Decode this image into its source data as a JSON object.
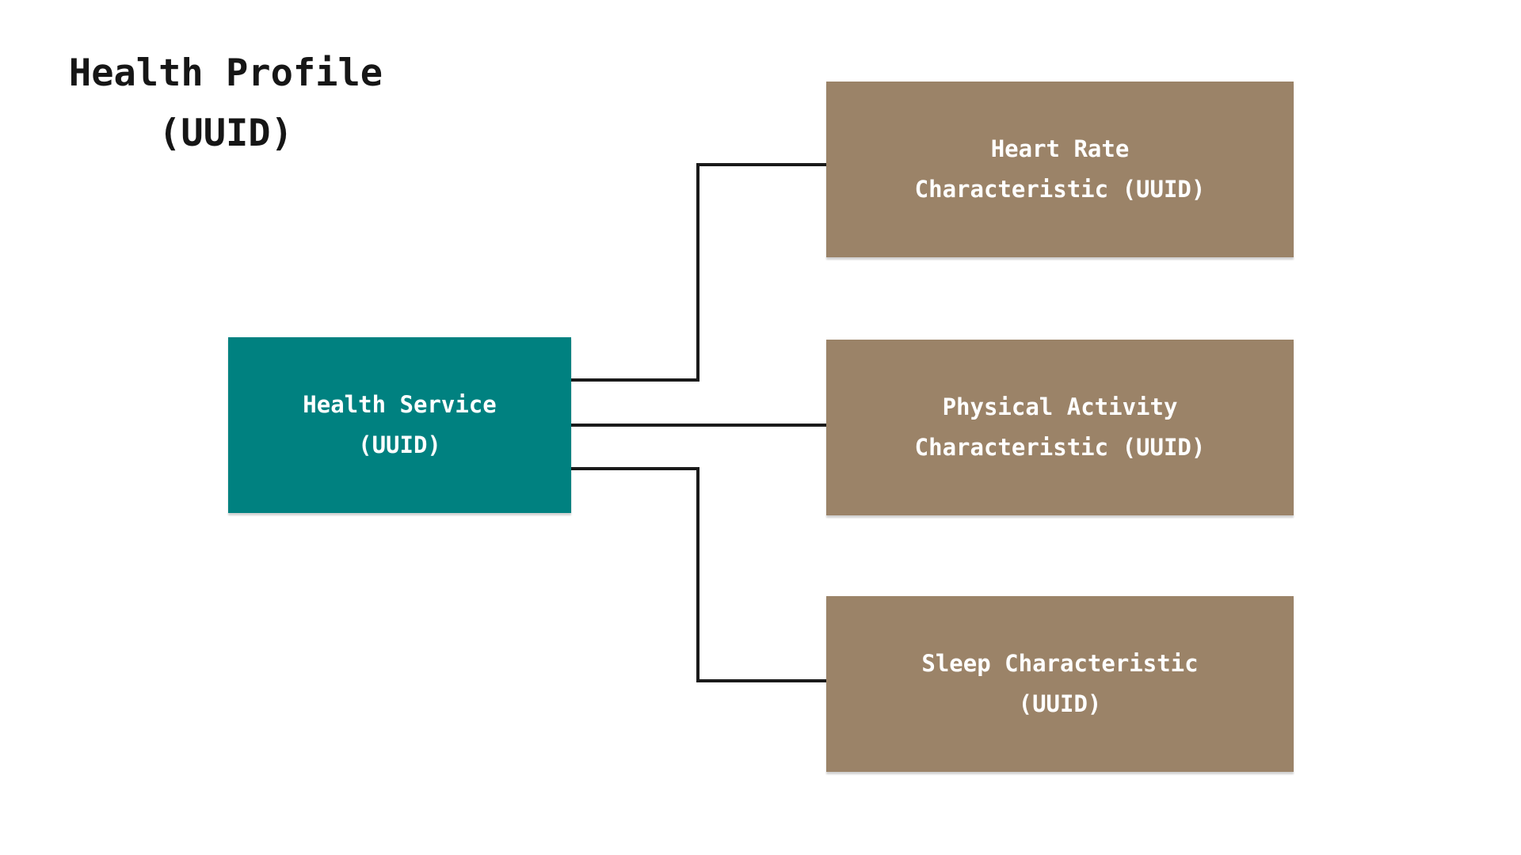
{
  "diagram": {
    "title": {
      "line1": "Health Profile",
      "line2": "(UUID)"
    },
    "service_node": {
      "line1": "Health Service",
      "line2": "(UUID)"
    },
    "characteristics": [
      {
        "id": "heart-rate",
        "line1": "Heart Rate",
        "line2": "Characteristic (UUID)"
      },
      {
        "id": "physical-activity",
        "line1": "Physical Activity",
        "line2": "Characteristic (UUID)"
      },
      {
        "id": "sleep",
        "line1": "Sleep Characteristic",
        "line2": "(UUID)"
      }
    ],
    "colors": {
      "background": "#ffffff",
      "service_fill": "#008180",
      "characteristic_fill": "#9B8368",
      "connector": "#1a1a1a",
      "title_text": "#161616",
      "node_text": "#ffffff"
    }
  }
}
